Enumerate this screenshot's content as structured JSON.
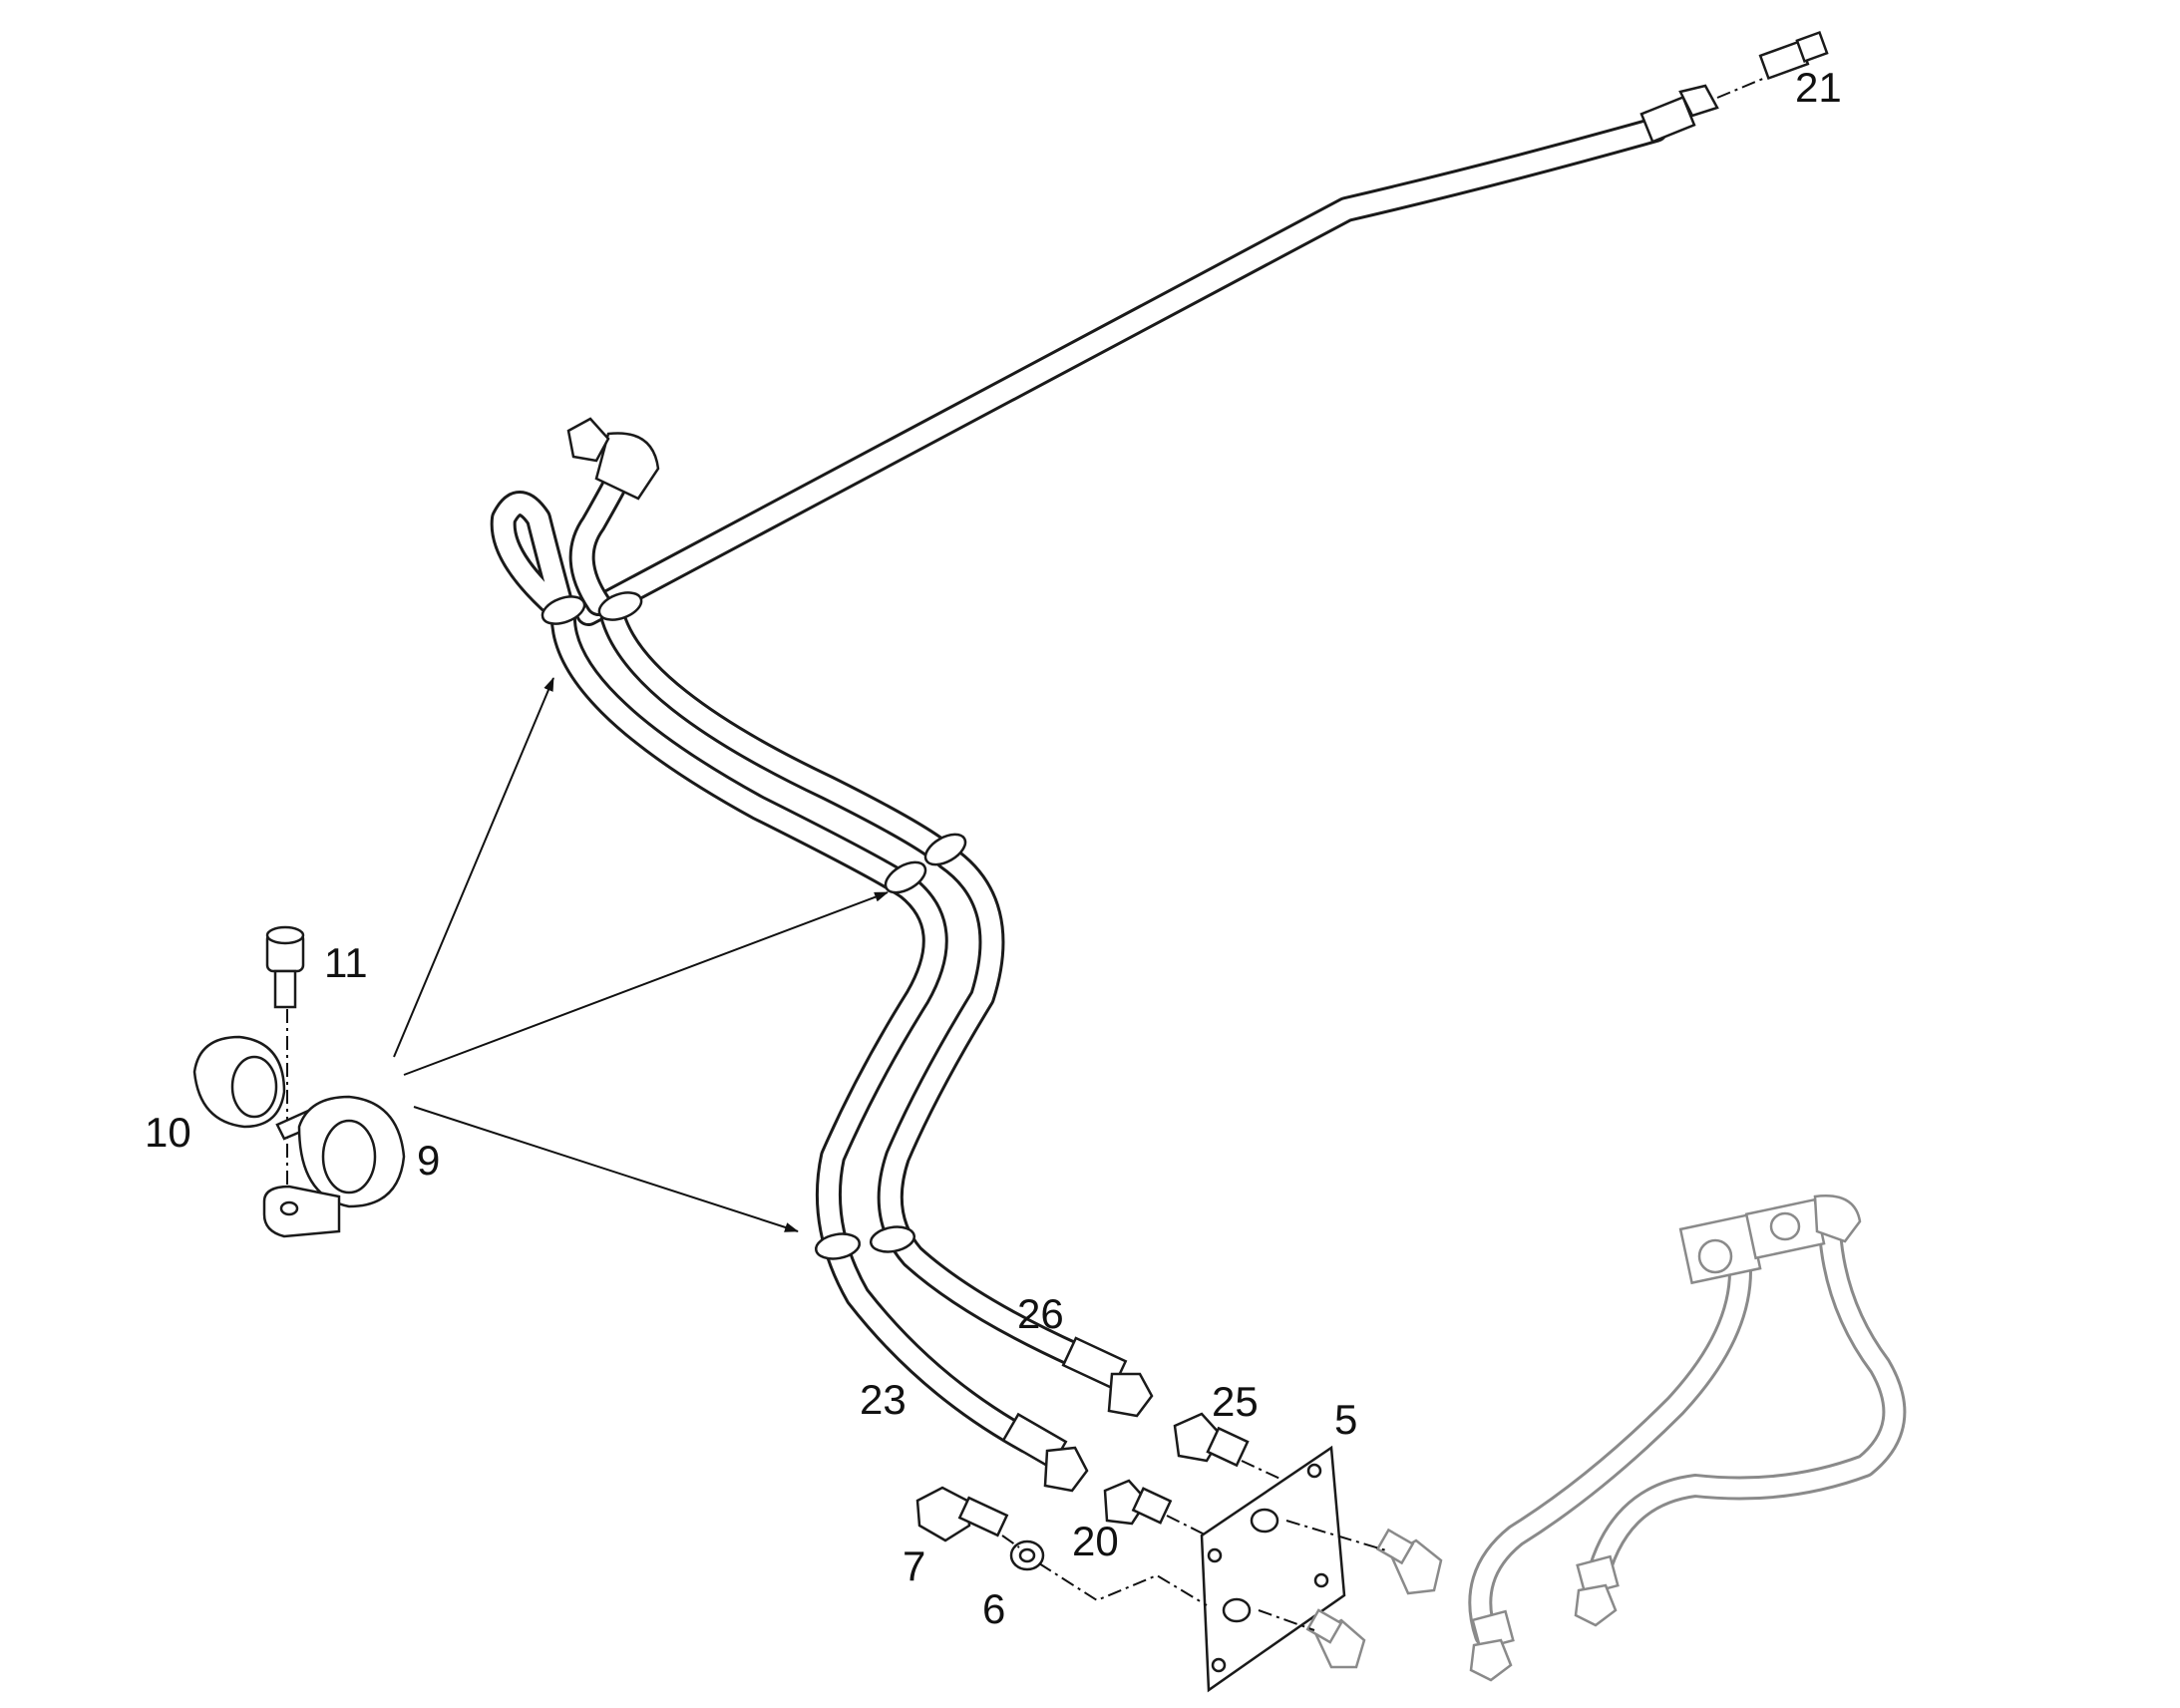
{
  "callouts": {
    "c5": "5",
    "c6": "6",
    "c7": "7",
    "c9": "9",
    "c10": "10",
    "c11": "11",
    "c20": "20",
    "c21": "21",
    "c23": "23",
    "c25": "25",
    "c26": "26"
  },
  "colors": {
    "line": "#1a1a1a",
    "ghost": "#8a8a8a",
    "background": "#ffffff"
  }
}
